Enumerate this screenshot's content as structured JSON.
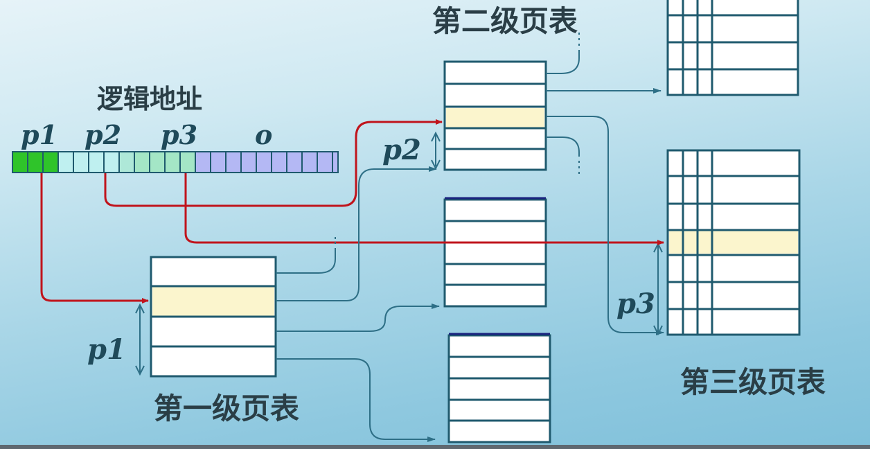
{
  "labels": {
    "logical_address": "逻辑地址",
    "p1": "p1",
    "p2": "p2",
    "p3": "p3",
    "o": "o",
    "level1": "第一级页表",
    "level2": "第二级页表",
    "level3": "第三级页表",
    "p1_offset": "p1",
    "p2_offset": "p2",
    "p3_offset": "p3"
  },
  "colors": {
    "red_arrow": "#c0141c",
    "blue_line": "#2e6f86",
    "highlight": "#fbf5cd",
    "table_border": "#1f5a6e"
  }
}
